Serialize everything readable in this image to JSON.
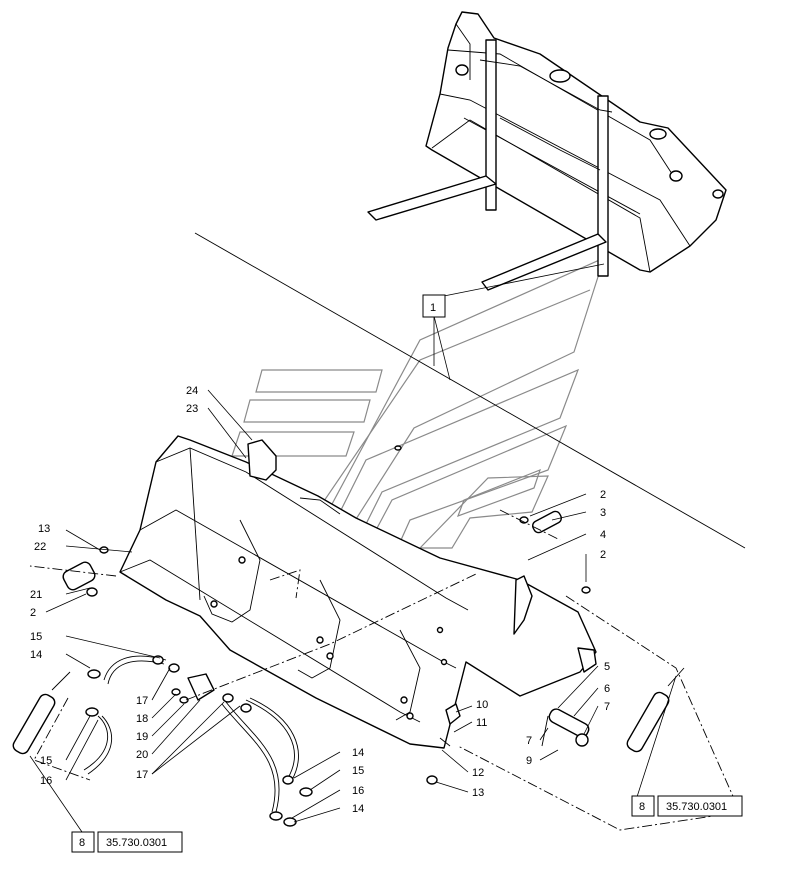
{
  "diagram": {
    "callouts": {
      "c1": "1",
      "c24": "24",
      "c23": "23",
      "c2a": "2",
      "c3": "3",
      "c4": "4",
      "c2b": "2",
      "c13a": "13",
      "c22": "22",
      "c21": "21",
      "c2c": "2",
      "c15a": "15",
      "c14a": "14",
      "c17a": "17",
      "c18": "18",
      "c19": "19",
      "c20": "20",
      "c17b": "17",
      "c15b": "15",
      "c16a": "16",
      "c14b": "14",
      "c15c": "15",
      "c16b": "16",
      "c14c": "14",
      "c10": "10",
      "c11": "11",
      "c12": "12",
      "c13b": "13",
      "c5": "5",
      "c6": "6",
      "c7a": "7",
      "c7b": "7",
      "c9": "9"
    },
    "refs": {
      "left": {
        "num": "8",
        "code": "35.730.0301"
      },
      "right": {
        "num": "8",
        "code": "35.730.0301"
      }
    }
  }
}
